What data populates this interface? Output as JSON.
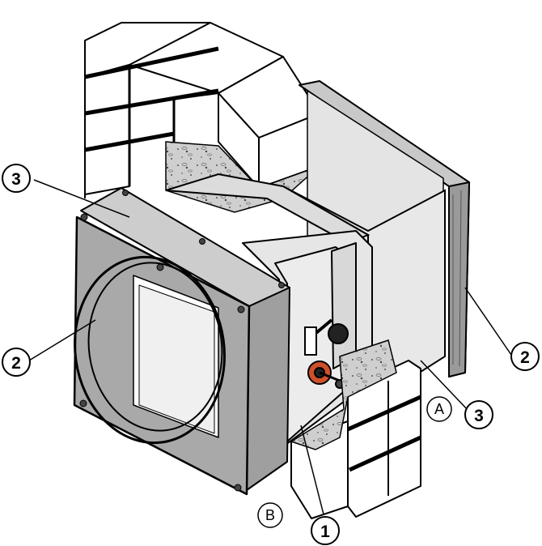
{
  "callouts": [
    {
      "id": "c3a",
      "label": "3"
    },
    {
      "id": "c2a",
      "label": "2"
    },
    {
      "id": "c1",
      "label": "1"
    },
    {
      "id": "c2b",
      "label": "2"
    },
    {
      "id": "c3b",
      "label": "3"
    }
  ],
  "letters": [
    {
      "id": "la",
      "label": "A"
    },
    {
      "id": "lb",
      "label": "B"
    }
  ]
}
